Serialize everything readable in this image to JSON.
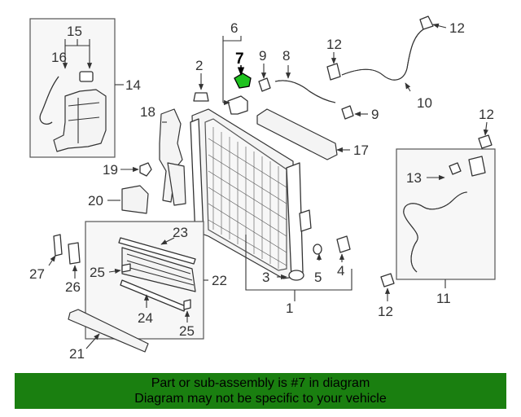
{
  "diagram": {
    "highlight_color": "#1ec21e",
    "callouts": {
      "c1": "1",
      "c2": "2",
      "c3": "3",
      "c4": "4",
      "c5": "5",
      "c6": "6",
      "c7": "7",
      "c8": "8",
      "c9a": "9",
      "c9b": "9",
      "c10": "10",
      "c11": "11",
      "c12a": "12",
      "c12b": "12",
      "c12c": "12",
      "c12d": "12",
      "c13": "13",
      "c14": "14",
      "c15": "15",
      "c16": "16",
      "c17": "17",
      "c18": "18",
      "c19": "19",
      "c20": "20",
      "c21": "21",
      "c22": "22",
      "c23": "23",
      "c24": "24",
      "c25a": "25",
      "c25b": "25",
      "c26": "26",
      "c27": "27"
    }
  },
  "banner": {
    "color": "#1a7f10",
    "line1": "Part or sub-assembly is #7 in diagram",
    "line2": "Diagram may not be specific to your vehicle"
  }
}
